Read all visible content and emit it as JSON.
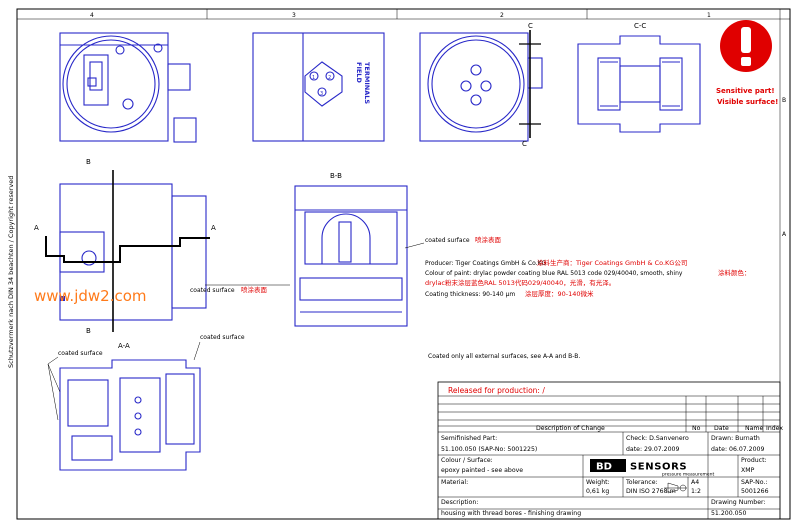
{
  "frame": {
    "zones": [
      "4",
      "3",
      "2",
      "1"
    ],
    "row_marks": [
      "B",
      "A"
    ],
    "side_note": "Schutzvermerk nach DIN 34 beachten   /   Copyright reserved"
  },
  "views": {
    "section_cc_label": "C-C",
    "cut_c_top": "C",
    "cut_c_bottom": "C",
    "cut_b_top": "B",
    "cut_b_bottom": "B",
    "cut_a_left": "A",
    "cut_a_right": "A",
    "section_bb_label": "B-B",
    "section_aa_label": "A-A",
    "field_terminals_line1": "FIELD",
    "field_terminals_line2": "TERMINALS",
    "terminal_marks": [
      "1",
      "2",
      "3"
    ]
  },
  "warning": {
    "line1": "Sensitive part!",
    "line2": "Visible surface!",
    "color": "#e00000"
  },
  "watermark": "www.jdw2.com",
  "annotations": {
    "coated_surface_left": "coated surface",
    "coated_surface_left_cn": "喷涂表面",
    "coated_surface_right": "coated surface",
    "coated_surface_right_cn": "喷涂表面",
    "coated_surface_aa_left": "coated surface",
    "coated_surface_aa_right": "coated surface"
  },
  "notes": {
    "producer": "Producer: Tiger Coatings GmbH & Co.KG",
    "producer_cn": "涂料生产商：Tiger Coatings GmbH & Co.KG公司",
    "colour": "Colour of paint: drylac powder coating blue RAL 5013 code 029/40040, smooth, shiny",
    "colour_cn1": "涂料颜色：",
    "colour_cn2": "drylac粉末涂层蓝色RAL 5013代码029/40040，光滑，有光泽。",
    "thickness": "Coating thickness: 90-140 µm",
    "thickness_cn": "涂层厚度：90-140微米",
    "coated_all": "Coated only all external surfaces, see A-A and B-B."
  },
  "title_block": {
    "released": "Released for production:  /",
    "rev_headers": {
      "description": "Description of Change",
      "no": "No",
      "date": "Date",
      "name": "Name",
      "index": "Index"
    },
    "semifinished_label": "Semifinished Part:",
    "semifinished_value": "51.100.050 (SAP-No: 5001225)",
    "check": "Check: D.Sanvenero",
    "check_date": "date: 29.07.2009",
    "drawn": "Drawn: Burnath",
    "drawn_date": "date: 06.07.2009",
    "colour_label": "Colour / Surface:",
    "colour_value": "epoxy painted - see above",
    "product_label": "Product:",
    "product_value": "XMP",
    "material_label": "Material:",
    "weight_label": "Weight:",
    "weight_value": "0,61 kg",
    "tolerance_label": "Tolerance:",
    "tolerance_value": "DIN ISO 2768-m",
    "sheet_size": "A4",
    "scale": "1:2",
    "sap_label": "SAP-No.:",
    "sap_value": "5001266",
    "logo_left": "BD",
    "logo_right": "SENSORS",
    "logo_sub": "pressure measurement",
    "description_label": "Description:",
    "description_value": "housing with thread bores - finishing drawing",
    "drawing_no_label": "Drawing Number:",
    "drawing_no_value": "51.200.050"
  }
}
